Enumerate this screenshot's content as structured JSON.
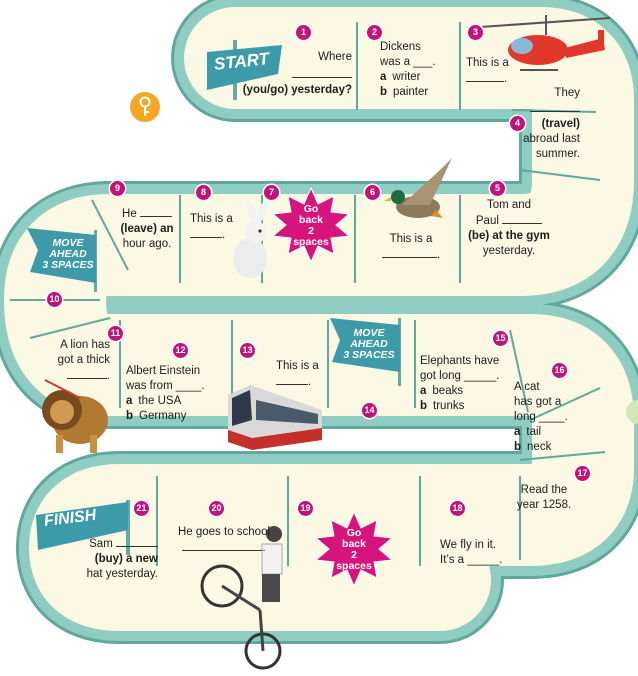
{
  "labels": {
    "start": "START",
    "finish": "FINISH",
    "move_ahead": [
      "MOVE",
      "AHEAD",
      "3 SPACES"
    ],
    "go_back": [
      "Go",
      "back",
      "2",
      "spaces"
    ]
  },
  "squares": {
    "s1": {
      "num": "1",
      "l1": "Where",
      "l2": "(you/go) yesterday?"
    },
    "s2": {
      "num": "2",
      "l1": "Dickens",
      "l2": "was a ___.",
      "a": "a",
      "a_text": "writer",
      "b": "b",
      "b_text": "painter"
    },
    "s3": {
      "num": "3",
      "l1": "This is a"
    },
    "s4": {
      "num": "4",
      "l1": "They",
      "l2": "(travel)",
      "l3": "abroad last",
      "l4": "summer."
    },
    "s5": {
      "num": "5",
      "l1": "Tom and",
      "l2": "Paul",
      "l3": "(be) at the gym",
      "l4": "yesterday."
    },
    "s6": {
      "num": "6",
      "l1": "This is a"
    },
    "s7": {
      "num": "7"
    },
    "s8": {
      "num": "8",
      "l1": "This is a"
    },
    "s9": {
      "num": "9",
      "l1": "He",
      "l2": "(leave) an",
      "l3": "hour ago."
    },
    "s10": {
      "num": "10"
    },
    "s11": {
      "num": "11",
      "l1": "A lion has",
      "l2": "got a thick"
    },
    "s12": {
      "num": "12",
      "l1": "Albert Einstein",
      "l2": "was from ____.",
      "a": "a",
      "a_text": "the USA",
      "b": "b",
      "b_text": "Germany"
    },
    "s13": {
      "num": "13",
      "l1": "This is a"
    },
    "s14": {
      "num": "14"
    },
    "s15": {
      "num": "15",
      "l1": "Elephants have",
      "l2": "got long _____.",
      "a": "a",
      "a_text": "beaks",
      "b": "b",
      "b_text": "trunks"
    },
    "s16": {
      "num": "16",
      "l1": "A cat",
      "l2": "has got a",
      "l3": "long ____.",
      "a": "a",
      "a_text": "tail",
      "b": "b",
      "b_text": "neck"
    },
    "s17": {
      "num": "17",
      "l1": "Read the",
      "l2": "year 1258."
    },
    "s18": {
      "num": "18",
      "l1": "We fly in it.",
      "l2": "It’s a _____."
    },
    "s19": {
      "num": "19"
    },
    "s20": {
      "num": "20",
      "l1": "He goes to school"
    },
    "s21": {
      "num": "21",
      "l1": "Sam",
      "l2": "(buy) a new",
      "l3": "hat yesterday."
    }
  },
  "colors": {
    "track": "#8fcdc3",
    "track_edge": "#5fa89b",
    "square": "#fbf8e4",
    "badge": "#c1137a",
    "flag": "#3d9aa8",
    "burst": "#d6157c",
    "key_icon": "#f5a623"
  }
}
